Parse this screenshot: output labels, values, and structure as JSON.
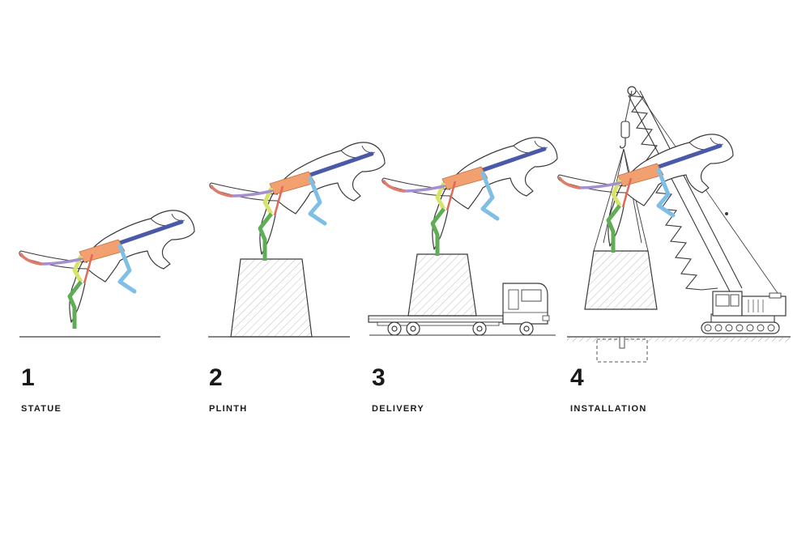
{
  "steps": [
    {
      "number": "1",
      "label": "STATUE"
    },
    {
      "number": "2",
      "label": "PLINTH"
    },
    {
      "number": "3",
      "label": "DELIVERY"
    },
    {
      "number": "4",
      "label": "INSTALLATION"
    }
  ],
  "colors": {
    "line": "#3a3a3a",
    "hatch": "#b5b5b5",
    "spine": "#4a5aa8",
    "torso": "#f2a070",
    "front-leg": "#7fbfe6",
    "hind-leg-upper": "#d8e36a",
    "hind-leg-lower": "#5fae55",
    "tail-end": "#e07a6a",
    "tail-mid": "#a58fcf",
    "brace": "#e06a5a"
  }
}
